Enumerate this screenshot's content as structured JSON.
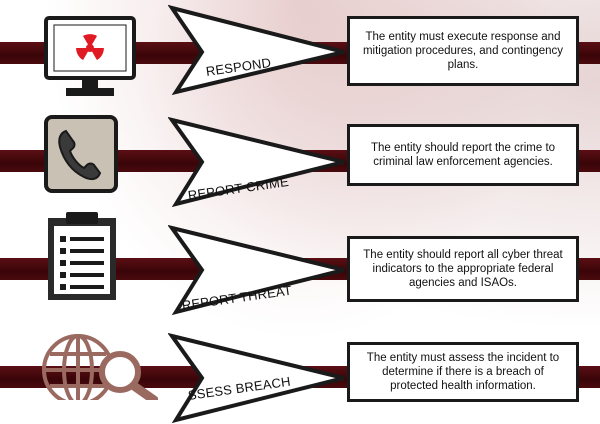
{
  "colors": {
    "band": "#3a0508",
    "icon_red": "#e01a22",
    "arrow_fill": "#ffffff",
    "outline": "#1a1a1a"
  },
  "rows": [
    {
      "icon": "radiation-monitor-icon",
      "label": "RESPOND",
      "text": "The entity must execute response and mitigation procedures, and contingency plans."
    },
    {
      "icon": "phone-icon",
      "label": "REPORT CRIME",
      "text": "The entity should report the crime to criminal law enforcement agencies."
    },
    {
      "icon": "clipboard-checklist-icon",
      "label": "REPORT THREAT",
      "text": "The entity should report all cyber threat indicators  to the appropriate federal agencies and ISAOs."
    },
    {
      "icon": "globe-magnifier-icon",
      "label": "SSESS BREACH",
      "text": "The entity must assess the incident to determine if there is a breach of protected health information."
    }
  ]
}
